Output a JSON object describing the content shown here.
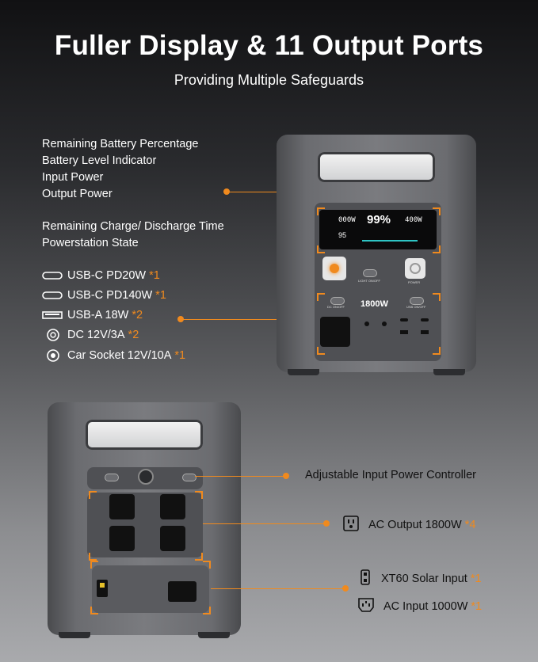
{
  "header": {
    "title": "Fuller Display & 11 Output Ports",
    "subtitle": "Providing Multiple Safeguards"
  },
  "display_features": [
    "Remaining Battery Percentage",
    "Battery Level Indicator",
    "Input Power",
    "Output Power"
  ],
  "display_features_2": [
    "Remaining Charge/ Discharge Time",
    "Powerstation State"
  ],
  "ports": [
    {
      "label": "USB-C PD20W",
      "note": "*1",
      "icon": "usb-c-icon"
    },
    {
      "label": "USB-C PD140W",
      "note": "*1",
      "icon": "usb-c-icon"
    },
    {
      "label": "USB-A 18W",
      "note": "*2",
      "icon": "usb-a-icon"
    },
    {
      "label": "DC 12V/3A",
      "note": "*2",
      "icon": "dc-port-icon"
    },
    {
      "label": "Car Socket 12V/10A",
      "note": "*1",
      "icon": "car-socket-icon"
    }
  ],
  "rear": {
    "input_controller": "Adjustable Input Power Controller",
    "ac_output": {
      "label": "AC Output 1800W",
      "note": "*4",
      "icon": "ac-outlet-icon"
    },
    "xt60": {
      "label": "XT60 Solar Input",
      "note": "*1",
      "icon": "xt60-icon"
    },
    "ac_input": {
      "label": "AC Input 1000W",
      "note": "*1",
      "icon": "ac-input-icon"
    }
  },
  "device_front": {
    "capacity": "1800W",
    "screen_input": "000W",
    "screen_percent": "99%",
    "screen_output": "400W",
    "screen_time": "95",
    "light_label": "LIGHT ON/OFF",
    "power_label": "POWER",
    "dc_label": "DC ON/OFF",
    "usb_label": "USB ON/OFF"
  },
  "colors": {
    "accent": "#f08a1e"
  }
}
